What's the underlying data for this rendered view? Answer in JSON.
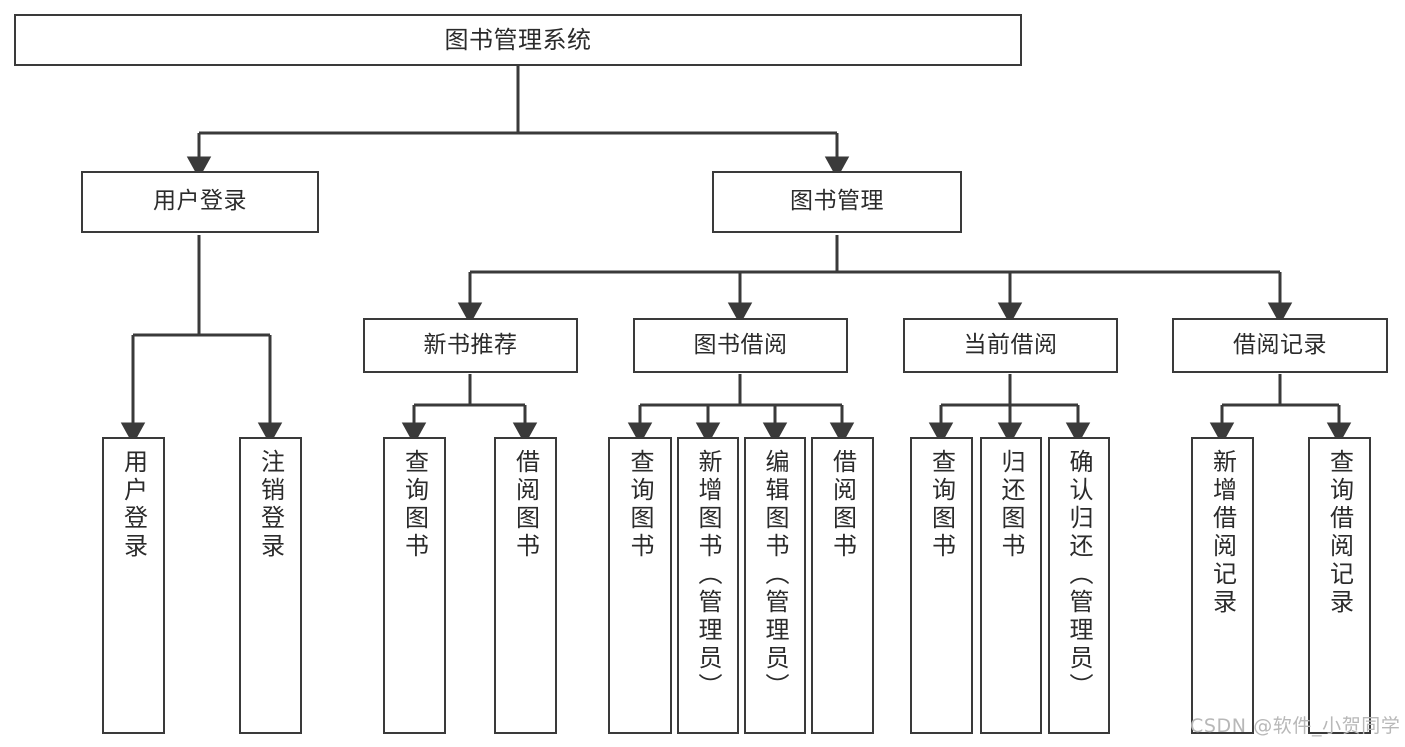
{
  "diagram": {
    "type": "tree",
    "title": "图书管理系统",
    "watermark": "CSDN @软件_小贺同学",
    "colors": {
      "stroke": "#3a3a3a",
      "text": "#2b2b2b",
      "background": "#ffffff",
      "watermark": "#b8b8b8"
    },
    "nodes": {
      "root": {
        "label": "图书管理系统"
      },
      "level2": [
        {
          "label": "用户登录"
        },
        {
          "label": "图书管理"
        }
      ],
      "level3": [
        {
          "label": "新书推荐"
        },
        {
          "label": "图书借阅"
        },
        {
          "label": "当前借阅"
        },
        {
          "label": "借阅记录"
        }
      ],
      "leaves": {
        "user_login": [
          {
            "label": "用户登录"
          },
          {
            "label": "注销登录"
          }
        ],
        "new_book": [
          {
            "label": "查询图书"
          },
          {
            "label": "借阅图书"
          }
        ],
        "borrow_book": [
          {
            "label": "查询图书"
          },
          {
            "label": "新增图书（管理员）"
          },
          {
            "label": "编辑图书（管理员）"
          },
          {
            "label": "借阅图书"
          }
        ],
        "current_borrow": [
          {
            "label": "查询图书"
          },
          {
            "label": "归还图书"
          },
          {
            "label": "确认归还（管理员）"
          }
        ],
        "borrow_record": [
          {
            "label": "新增借阅记录"
          },
          {
            "label": "查询借阅记录"
          }
        ]
      }
    }
  }
}
